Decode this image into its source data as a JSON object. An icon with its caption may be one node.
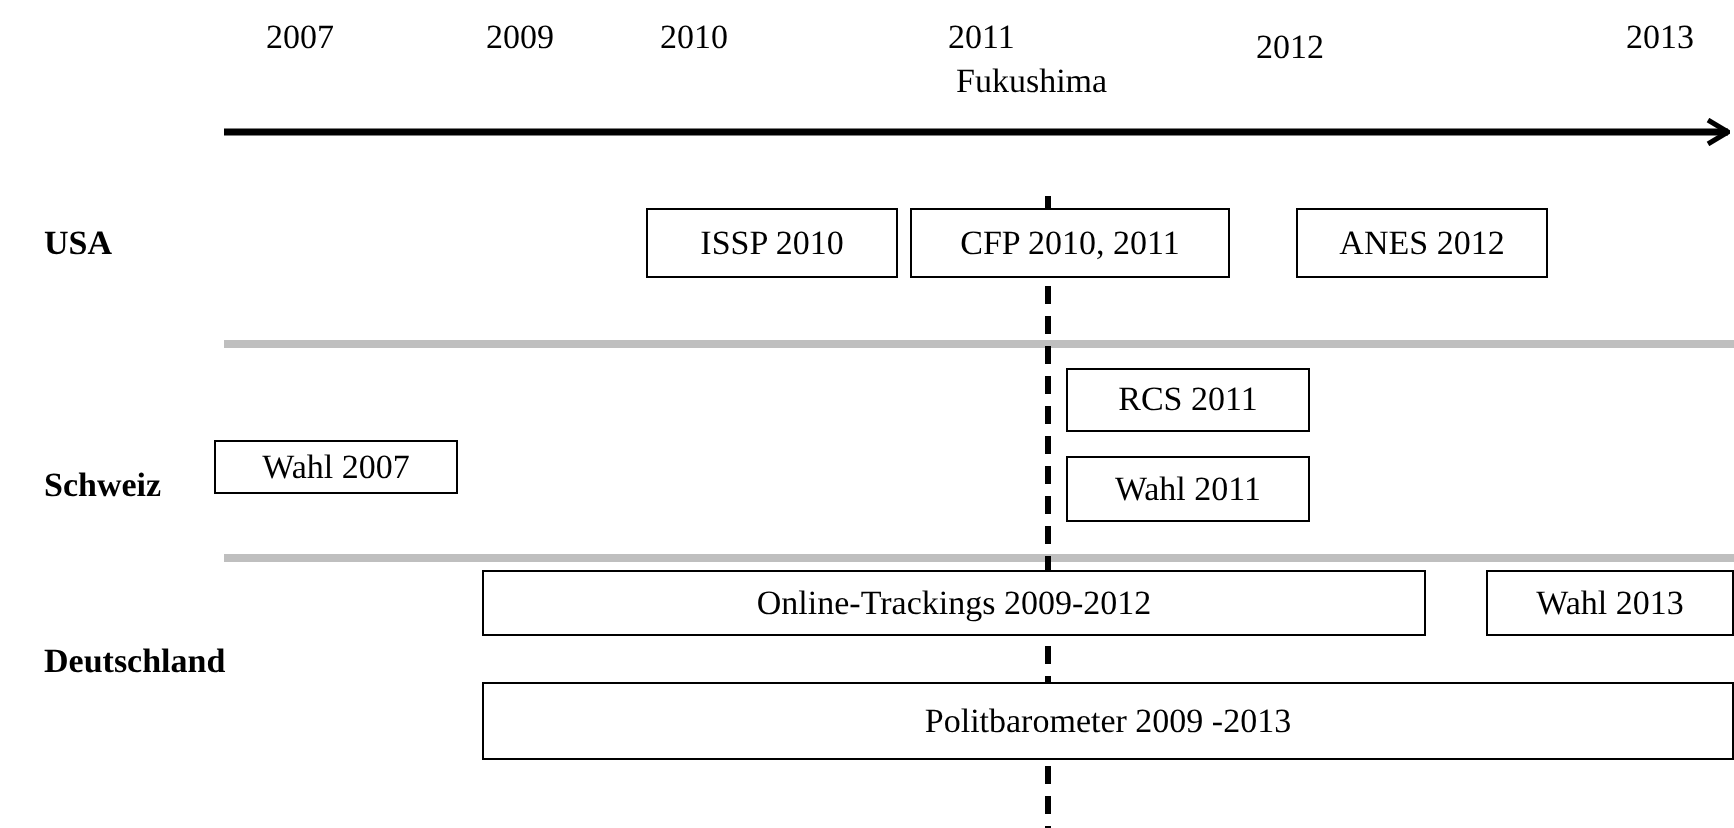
{
  "diagram": {
    "nodes": [
      {
        "text": [
          "ISSP 2010"
        ]
      },
      {
        "text": [
          "CFP 2010, 2011"
        ]
      },
      {
        "text": [
          "ANES 2012"
        ]
      },
      {
        "text": [
          "RCS 2011"
        ]
      },
      {
        "text": [
          "Wahl 2007"
        ]
      },
      {
        "text": [
          "Wahl 2011"
        ]
      },
      {
        "text": [
          "Online-Trackings 2009-2012"
        ]
      },
      {
        "text": [
          "Wahl 2013"
        ]
      },
      {
        "text": [
          "Politbarometer 2009 -2013"
        ]
      }
    ],
    "labels": [
      "2007",
      "2009",
      "2010",
      "2011",
      "2012",
      "2013",
      "Fukushima",
      "USA",
      "Schweiz",
      "Deutschland"
    ]
  }
}
